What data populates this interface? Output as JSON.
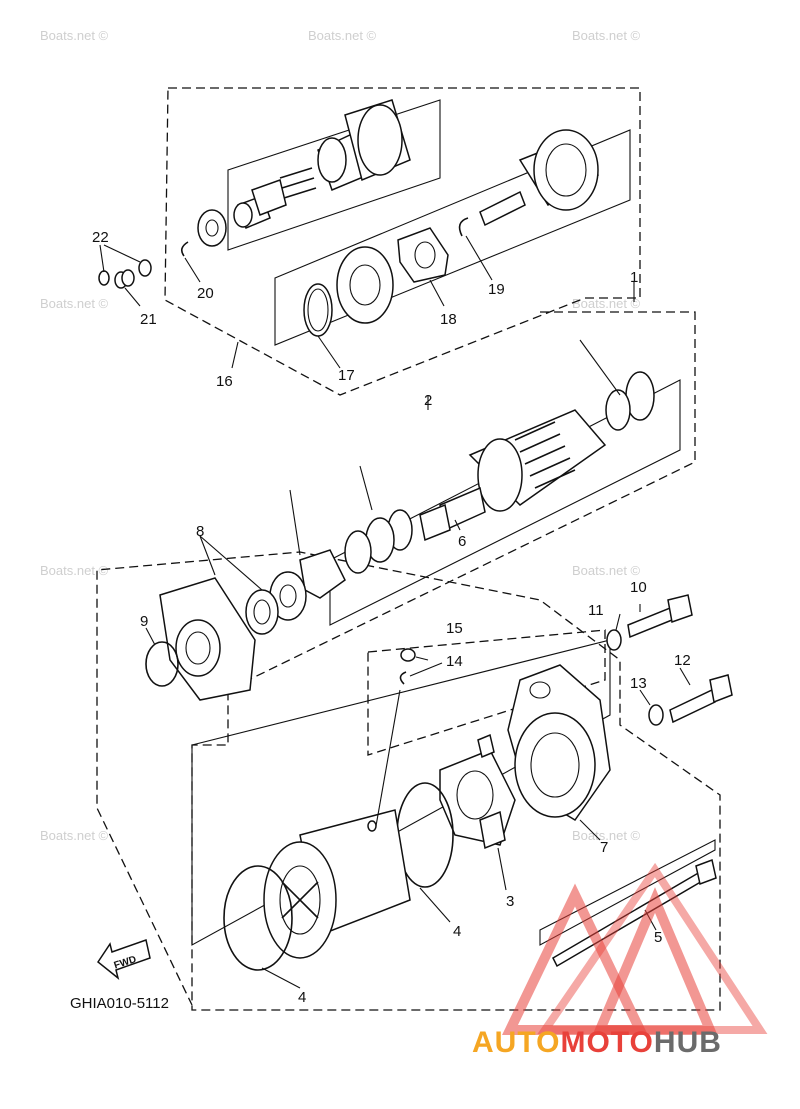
{
  "watermark": "Boats.net ©",
  "diagram_code": "GHIA010-5112",
  "fwd_label": "FWD",
  "logo": {
    "part1": "AUTO",
    "part2": "MOTO",
    "part3": "HUB",
    "color_orange": "#f5a623",
    "color_red": "#e8413a",
    "color_gray": "#6b6b6b"
  },
  "callouts": {
    "c1": "1",
    "c2": "2",
    "c3": "3",
    "c4a": "4",
    "c4b": "4",
    "c5": "5",
    "c6": "6",
    "c7": "7",
    "c8": "8",
    "c9": "9",
    "c10": "10",
    "c11": "11",
    "c12": "12",
    "c13": "13",
    "c14": "14",
    "c15": "15",
    "c16": "16",
    "c17": "17",
    "c18": "18",
    "c19": "19",
    "c20": "20",
    "c21": "21",
    "c22": "22"
  }
}
